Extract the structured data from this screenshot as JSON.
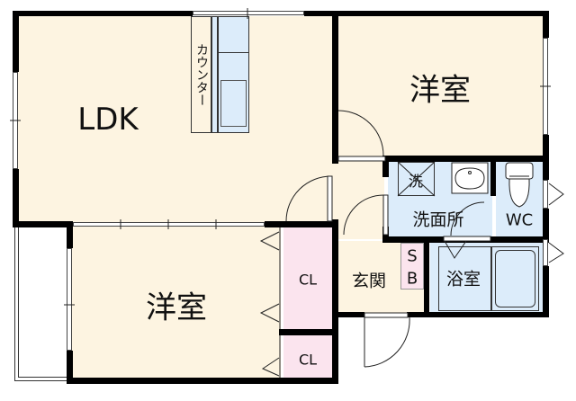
{
  "floor_plan": {
    "rooms": {
      "ldk": {
        "label": "LDK"
      },
      "bedroom_north": {
        "label": "洋室"
      },
      "bedroom_south": {
        "label": "洋室"
      },
      "closet_1": {
        "label": "CL"
      },
      "closet_2": {
        "label": "CL"
      },
      "entrance": {
        "label": "玄関"
      },
      "shoe_box": {
        "label_s": "S",
        "label_b": "B"
      },
      "washroom": {
        "label": "洗面所"
      },
      "washer": {
        "label": "洗"
      },
      "toilet": {
        "label": "WC"
      },
      "bathroom": {
        "label": "浴室"
      }
    },
    "fixtures": {
      "counter": {
        "label": "カウンター"
      }
    },
    "colors": {
      "living_floor": "#fdf4e1",
      "wet_area": "#dcecfa",
      "storage": "#fbe4ee",
      "wall": "#000000"
    }
  }
}
